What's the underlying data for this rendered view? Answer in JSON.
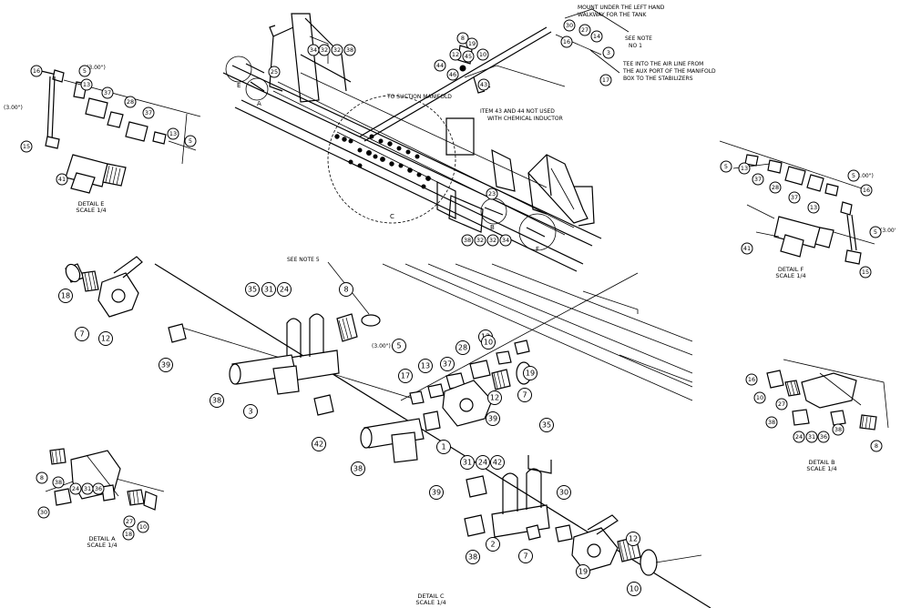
{
  "notes": {
    "mount": [
      "MOUNT UNDER THE LEFT HAND",
      "WALKWAY FOR THE TANK"
    ],
    "see_note_1": [
      "SEE NOTE",
      "NO 1"
    ],
    "tee_into": [
      "TEE INTO THE AIR LINE FROM",
      "THE AUX PORT OF THE MANIFOLD",
      "BOX TO THE STABILIZERS"
    ],
    "suction": "TO SUCTION MANIFOLD",
    "item_43_44": [
      "ITEM 43 AND 44 NOT USED",
      "WITH CHEMICAL INDUCTOR"
    ],
    "see_note_5": "SEE NOTE 5"
  },
  "dimensions": {
    "e_a": "(3.00\")",
    "e_b": "(3.00\")",
    "f_a": "(3.00\")",
    "f_b": "(3.00'",
    "c_a": "(3.00\")"
  },
  "view_letters": {
    "e": "E",
    "a": "A",
    "c": "C",
    "b": "B",
    "f": "F"
  },
  "captions": {
    "detail_e": [
      "DETAIL E",
      "SCALE 1/4"
    ],
    "detail_f": [
      "DETAIL F",
      "SCALE 1/4"
    ],
    "detail_a": [
      "DETAIL A",
      "SCALE 1/4"
    ],
    "detail_b": [
      "DETAIL B",
      "SCALE 1/4"
    ],
    "detail_c": [
      "DETAIL C",
      "SCALE 1/4"
    ]
  },
  "callouts": {
    "top": [
      "30",
      "27",
      "14",
      "16",
      "3",
      "17",
      "8",
      "19",
      "12",
      "45",
      "10",
      "44",
      "46",
      "43",
      "25",
      "34",
      "32",
      "32",
      "38",
      "23",
      "38",
      "32",
      "32",
      "34"
    ],
    "detail_e": [
      "16",
      "5",
      "13",
      "37",
      "28",
      "37",
      "13",
      "5",
      "15",
      "41"
    ],
    "detail_f": [
      "5",
      "13",
      "37",
      "28",
      "37",
      "13",
      "5",
      "16",
      "5",
      "41",
      "15"
    ],
    "detail_b": [
      "16",
      "10",
      "27",
      "38",
      "24",
      "31",
      "36",
      "38",
      "8"
    ],
    "detail_a": [
      "8",
      "38",
      "30",
      "24",
      "31",
      "36",
      "27",
      "18",
      "10"
    ],
    "valve_left": [
      "18",
      "7",
      "12"
    ],
    "detail_c": [
      "35",
      "31",
      "24",
      "8",
      "39",
      "38",
      "3",
      "42",
      "38",
      "5",
      "17",
      "13",
      "37",
      "28",
      "13",
      "10",
      "19",
      "7",
      "12",
      "39",
      "1",
      "35",
      "31",
      "24",
      "42",
      "39",
      "30",
      "38",
      "2",
      "7",
      "12",
      "19",
      "10"
    ]
  }
}
